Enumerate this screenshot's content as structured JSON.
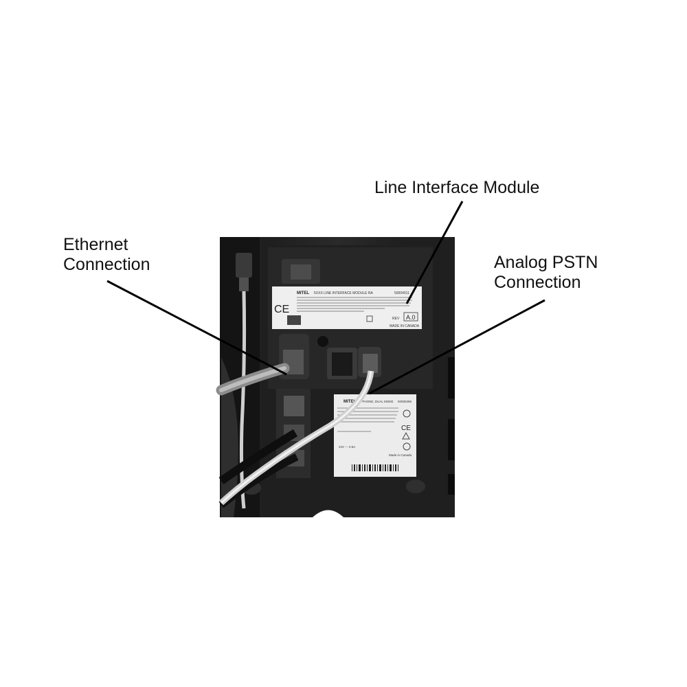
{
  "callouts": {
    "line_interface_module": "Line Interface Module",
    "ethernet": "Ethernet\nConnection",
    "analog_pstn": "Analog PSTN\nConnection"
  },
  "photo": {
    "lim_label": {
      "brand": "MITEL",
      "title": "5XXX LINE INTERFACE MODULE  RA",
      "part_number": "50004011",
      "ce_mark": "CE",
      "rev_label": "REV",
      "rev_value": "A.0",
      "origin": "MADE IN CANADA"
    },
    "phone_label": {
      "brand": "MITEL",
      "title": "IP PHONE, DUAL MODE",
      "part_number": "50005396",
      "power": "24V --- 0.5A",
      "origin": "Made in Canada",
      "ce_mark": "CE"
    }
  },
  "colors": {
    "background": "#ffffff",
    "phone_body": "#1e1e1e",
    "label": "#f2f2f2",
    "callout_line": "#000000"
  }
}
